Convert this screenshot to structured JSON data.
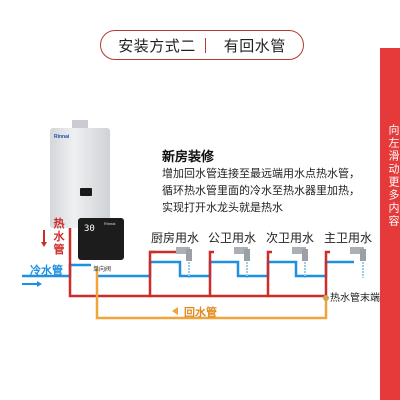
{
  "header": {
    "left": "安装方式二",
    "right": "有回水管"
  },
  "side": {
    "label": "向左滑动更多内容"
  },
  "heater": {
    "brand": "Rinnai"
  },
  "pump": {
    "brand": "Rinnai",
    "display": "30"
  },
  "content": {
    "title": "新房装修",
    "lines": [
      "增加回水管连接至最远端用水点热水管，",
      "循环热水管里面的冷水至热水器里加热，",
      "实现打开水龙头就是热水"
    ]
  },
  "faucets": [
    "厨房用水",
    "公卫用水",
    "次卫用水",
    "主卫用水"
  ],
  "pipes": {
    "hot": "热水管",
    "cold": "冷水管",
    "return": "回水管",
    "valve": "单向阀",
    "end": "热水管末端"
  },
  "colors": {
    "hot": "#cc2d2a",
    "cold": "#1f8fe0",
    "return": "#f0a43a",
    "accent": "#e5393a",
    "border": "#b53a35"
  }
}
